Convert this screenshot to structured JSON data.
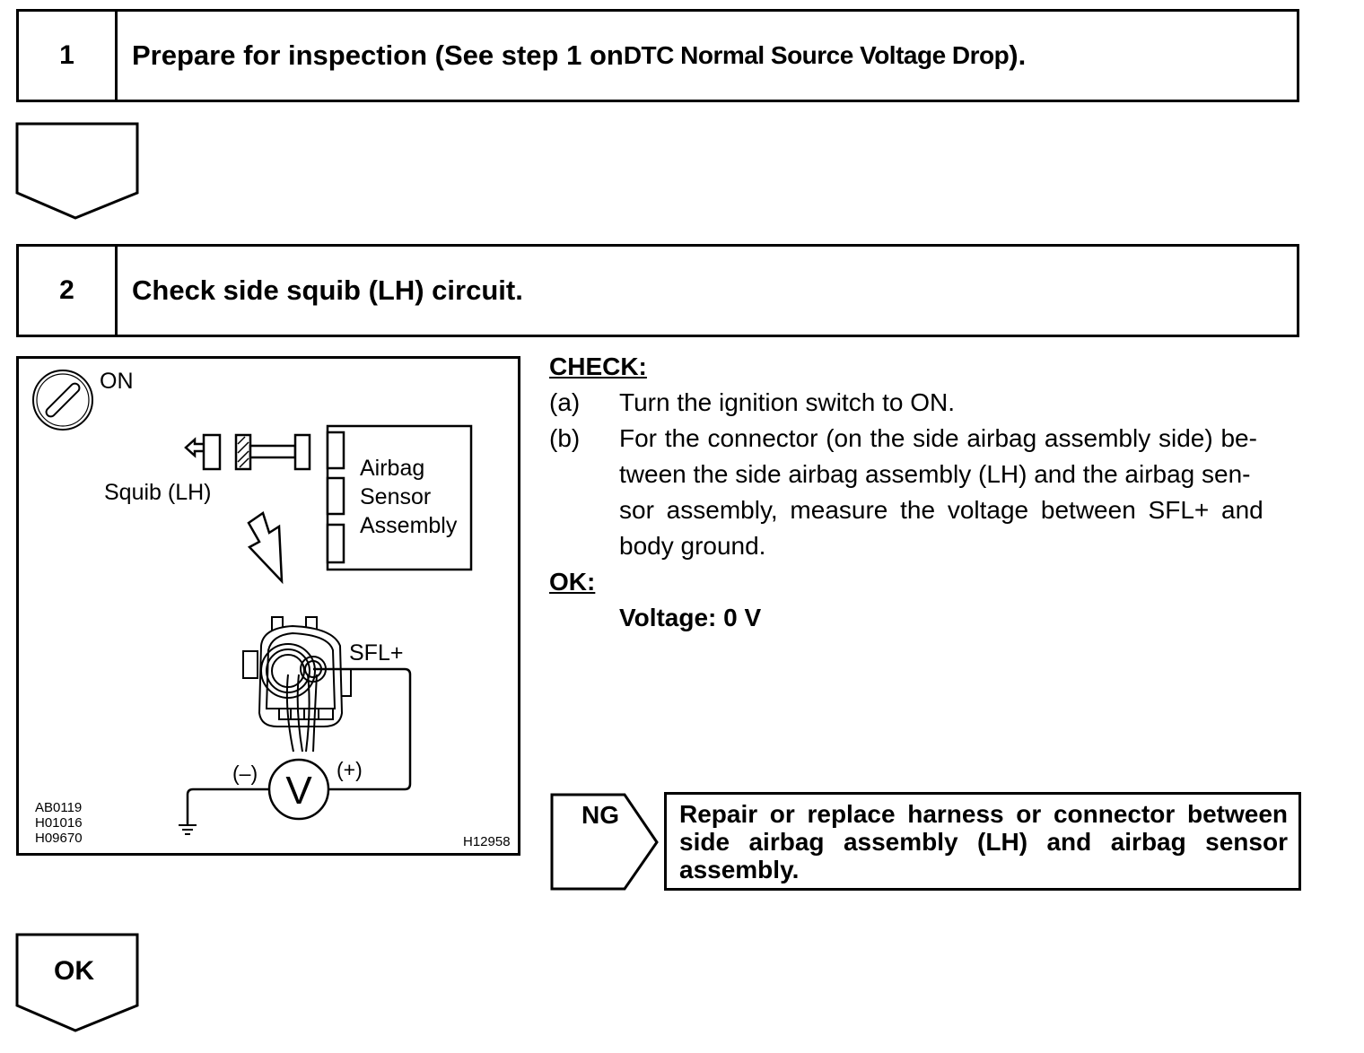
{
  "step1": {
    "number": "1",
    "title_main": "Prepare for inspection (See step 1 on ",
    "title_ref": "DTC Normal Source Voltage Drop",
    "title_end": ")."
  },
  "step2": {
    "number": "2",
    "title": "Check side squib (LH) circuit."
  },
  "figure": {
    "ignition_label": "ON",
    "squib_label": "Squib (LH)",
    "sensor_label_1": "Airbag",
    "sensor_label_2": "Sensor",
    "sensor_label_3": "Assembly",
    "terminal_label": "SFL+",
    "minus_label": "(–)",
    "plus_label": "(+)",
    "meter_label": "V",
    "ref_1": "AB0119",
    "ref_2": "H01016",
    "ref_3": "H09670",
    "fig_id": "H12958"
  },
  "check": {
    "heading": "CHECK:",
    "a_marker": "(a)",
    "a_text": "Turn the ignition switch to ON.",
    "b_marker": "(b)",
    "b_line1": "For the connector (on the side airbag assembly side) be-",
    "b_line2": "tween the side airbag assembly (LH) and the airbag sen-",
    "b_line3": "sor assembly, measure the voltage between SFL+ and",
    "b_line4": "body ground."
  },
  "ok_spec": {
    "heading": "OK:",
    "value": "Voltage: 0 V"
  },
  "ng": {
    "label": "NG",
    "action": "Repair or replace harness or connector between side airbag assembly (LH) and airbag sensor assembly."
  },
  "ok_result": {
    "label": "OK"
  }
}
